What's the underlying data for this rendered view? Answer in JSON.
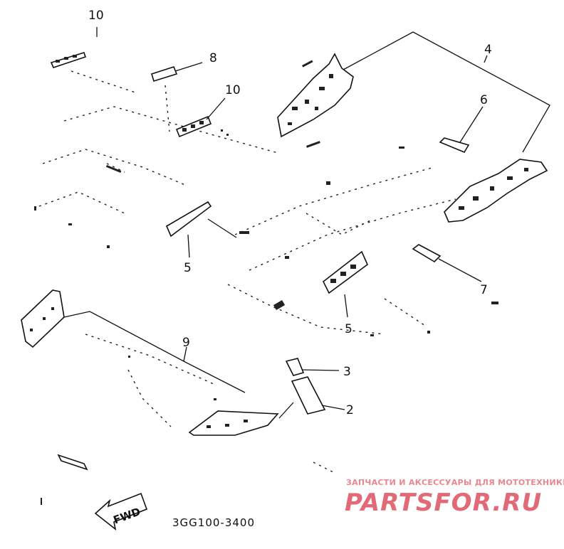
{
  "diagram": {
    "part_code": "3GG100-3400",
    "fwd_label": "FWD",
    "callouts": {
      "c10a": "10",
      "c8": "8",
      "c10b": "10",
      "c4": "4",
      "c6": "6",
      "c5a": "5",
      "c5b": "5",
      "c7": "7",
      "c9": "9",
      "c3": "3",
      "c2": "2"
    }
  },
  "watermark": {
    "tagline": "ЗАПЧАСТИ И АКСЕССУАРЫ ДЛЯ МОТОТЕХНИКИ",
    "brand": "PARTSFOR.RU",
    "color": "#e26a76"
  }
}
